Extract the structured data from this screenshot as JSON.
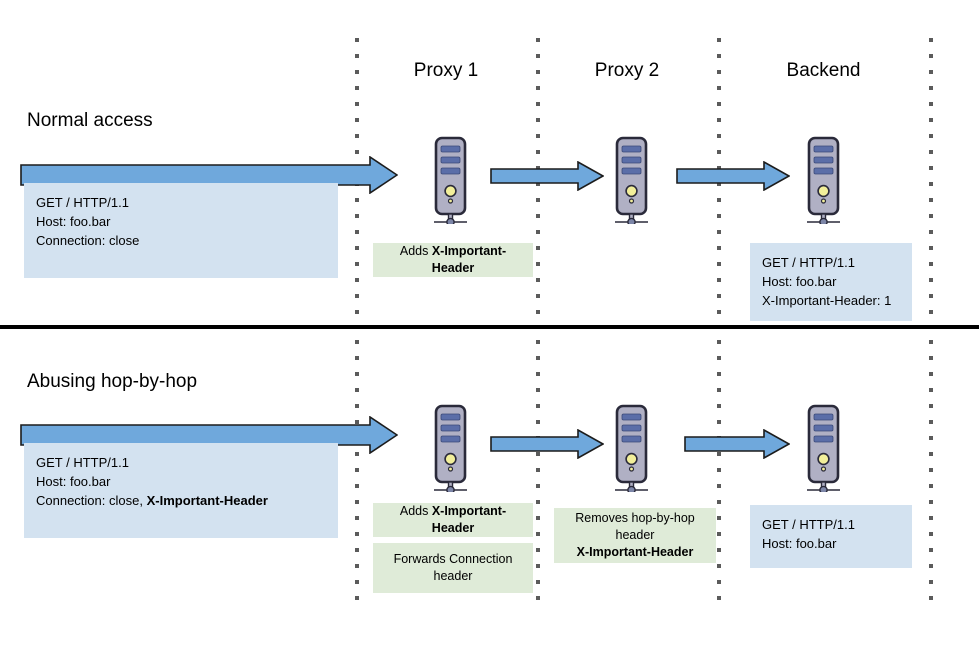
{
  "diagram": {
    "title_normal": "Normal access",
    "title_abuse": "Abusing hop-by-hop",
    "lanes": [
      {
        "label": "Proxy 1"
      },
      {
        "label": "Proxy 2"
      },
      {
        "label": "Backend"
      }
    ]
  },
  "normal": {
    "client_request": {
      "line1": "GET / HTTP/1.1",
      "line2": "Host: foo.bar",
      "line3": "Connection: close"
    },
    "proxy1_note": {
      "prefix": "Adds ",
      "header": "X-Important-Header"
    },
    "backend_request": {
      "line1": "GET / HTTP/1.1",
      "line2": "Host: foo.bar",
      "line3": "X-Important-Header: 1"
    }
  },
  "abuse": {
    "client_request": {
      "line1": "GET / HTTP/1.1",
      "line2": "Host: foo.bar",
      "line3_prefix": "Connection: close, ",
      "line3_header": "X-Important-Header"
    },
    "proxy1_note_a": {
      "prefix": "Adds ",
      "header": "X-Important-Header"
    },
    "proxy1_note_b": {
      "text": "Forwards Connection header"
    },
    "proxy2_note": {
      "text": "Removes hop-by-hop header",
      "header": "X-Important-Header"
    },
    "backend_request": {
      "line1": "GET / HTTP/1.1",
      "line2": "Host: foo.bar"
    }
  },
  "icons": {
    "server": "server-tower-icon",
    "arrow": "right-block-arrow-icon",
    "lane_separator": "dotted-vertical-line"
  },
  "colors": {
    "arrow_fill": "#6fa8dc",
    "arrow_stroke": "#1c1c1c",
    "info_box_bg": "#d3e2f0",
    "note_box_bg": "#dfebd8",
    "server_body": "#b0b0c4",
    "server_slot": "#5b6ea8",
    "server_outline": "#2a2a3a",
    "server_led": "#f2ef9a",
    "divider": "#000000",
    "lane_line": "#5b5b5b"
  }
}
